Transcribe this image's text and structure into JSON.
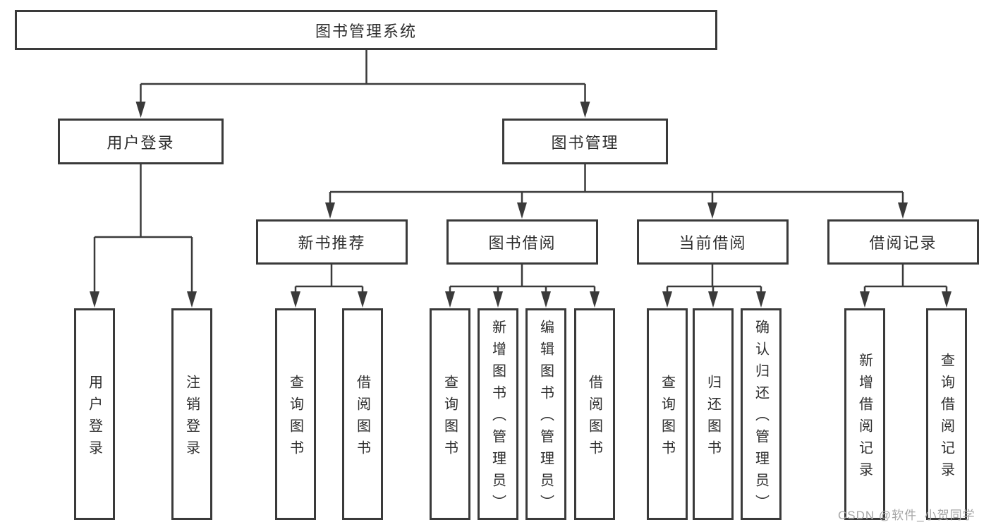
{
  "tree": {
    "label": "图书管理系统",
    "children": [
      {
        "label": "用户登录",
        "children": [
          {
            "label": "用户登录"
          },
          {
            "label": "注销登录"
          }
        ]
      },
      {
        "label": "图书管理",
        "children": [
          {
            "label": "新书推荐",
            "children": [
              {
                "label": "查询图书"
              },
              {
                "label": "借阅图书"
              }
            ]
          },
          {
            "label": "图书借阅",
            "children": [
              {
                "label": "查询图书"
              },
              {
                "label": "新增图书（管理员）"
              },
              {
                "label": "编辑图书（管理员）"
              },
              {
                "label": "借阅图书"
              }
            ]
          },
          {
            "label": "当前借阅",
            "children": [
              {
                "label": "查询图书"
              },
              {
                "label": "归还图书"
              },
              {
                "label": "确认归还（管理员）"
              }
            ]
          },
          {
            "label": "借阅记录",
            "children": [
              {
                "label": "新增借阅记录"
              },
              {
                "label": "查询借阅记录"
              }
            ]
          }
        ]
      }
    ]
  },
  "watermark": "CSDN @软件_小贺同学",
  "colors": {
    "line": "#3a3a3a",
    "text": "#2d2d2d",
    "watermark": "#a6a6a6",
    "background": "#ffffff"
  }
}
